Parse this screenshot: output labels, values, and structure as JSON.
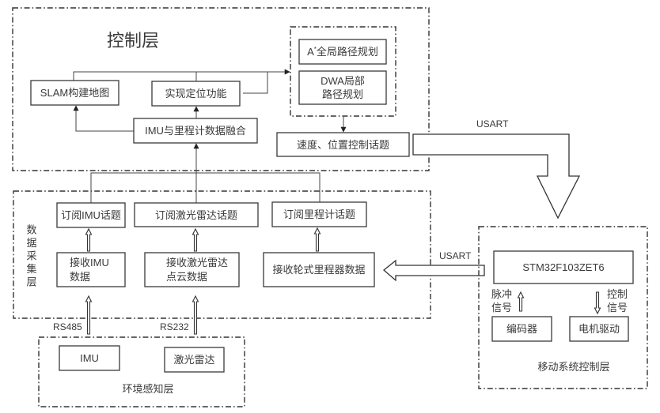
{
  "control_layer": {
    "title": "控制层",
    "slam_map": "SLAM构建地图",
    "localization": "实现定位功能",
    "fusion": "IMU与里程计数据融合",
    "planning": {
      "global": {
        "prefix": "A",
        "sup": "*",
        "rest": "全局路径规划"
      },
      "local": [
        "DWA局部",
        "路径规划"
      ]
    },
    "speed_topic": "速度、位置控制话题"
  },
  "links": {
    "usart_top": "USART",
    "usart_bottom": "USART",
    "rs485": "RS485",
    "rs232": "RS232"
  },
  "data_layer": {
    "title": "数据采集层",
    "sub_imu": "订阅IMU话题",
    "sub_lidar": "订阅激光雷达话题",
    "sub_odom": "订阅里程计话题",
    "recv_imu": [
      "接收IMU",
      "数据"
    ],
    "recv_lidar": [
      "接收激光雷达",
      "点云数据"
    ],
    "recv_odom": "接收轮式里程器数据"
  },
  "perception_layer": {
    "title": "环境感知层",
    "imu": "IMU",
    "lidar": "激光雷达"
  },
  "mobile_layer": {
    "title": "移动系统控制层",
    "mcu": "STM32F103ZET6",
    "pulse_signal": [
      "脉冲",
      "信号"
    ],
    "control_signal": [
      "控制",
      "信号"
    ],
    "encoder": "编码器",
    "motor_driver": "电机驱动"
  }
}
